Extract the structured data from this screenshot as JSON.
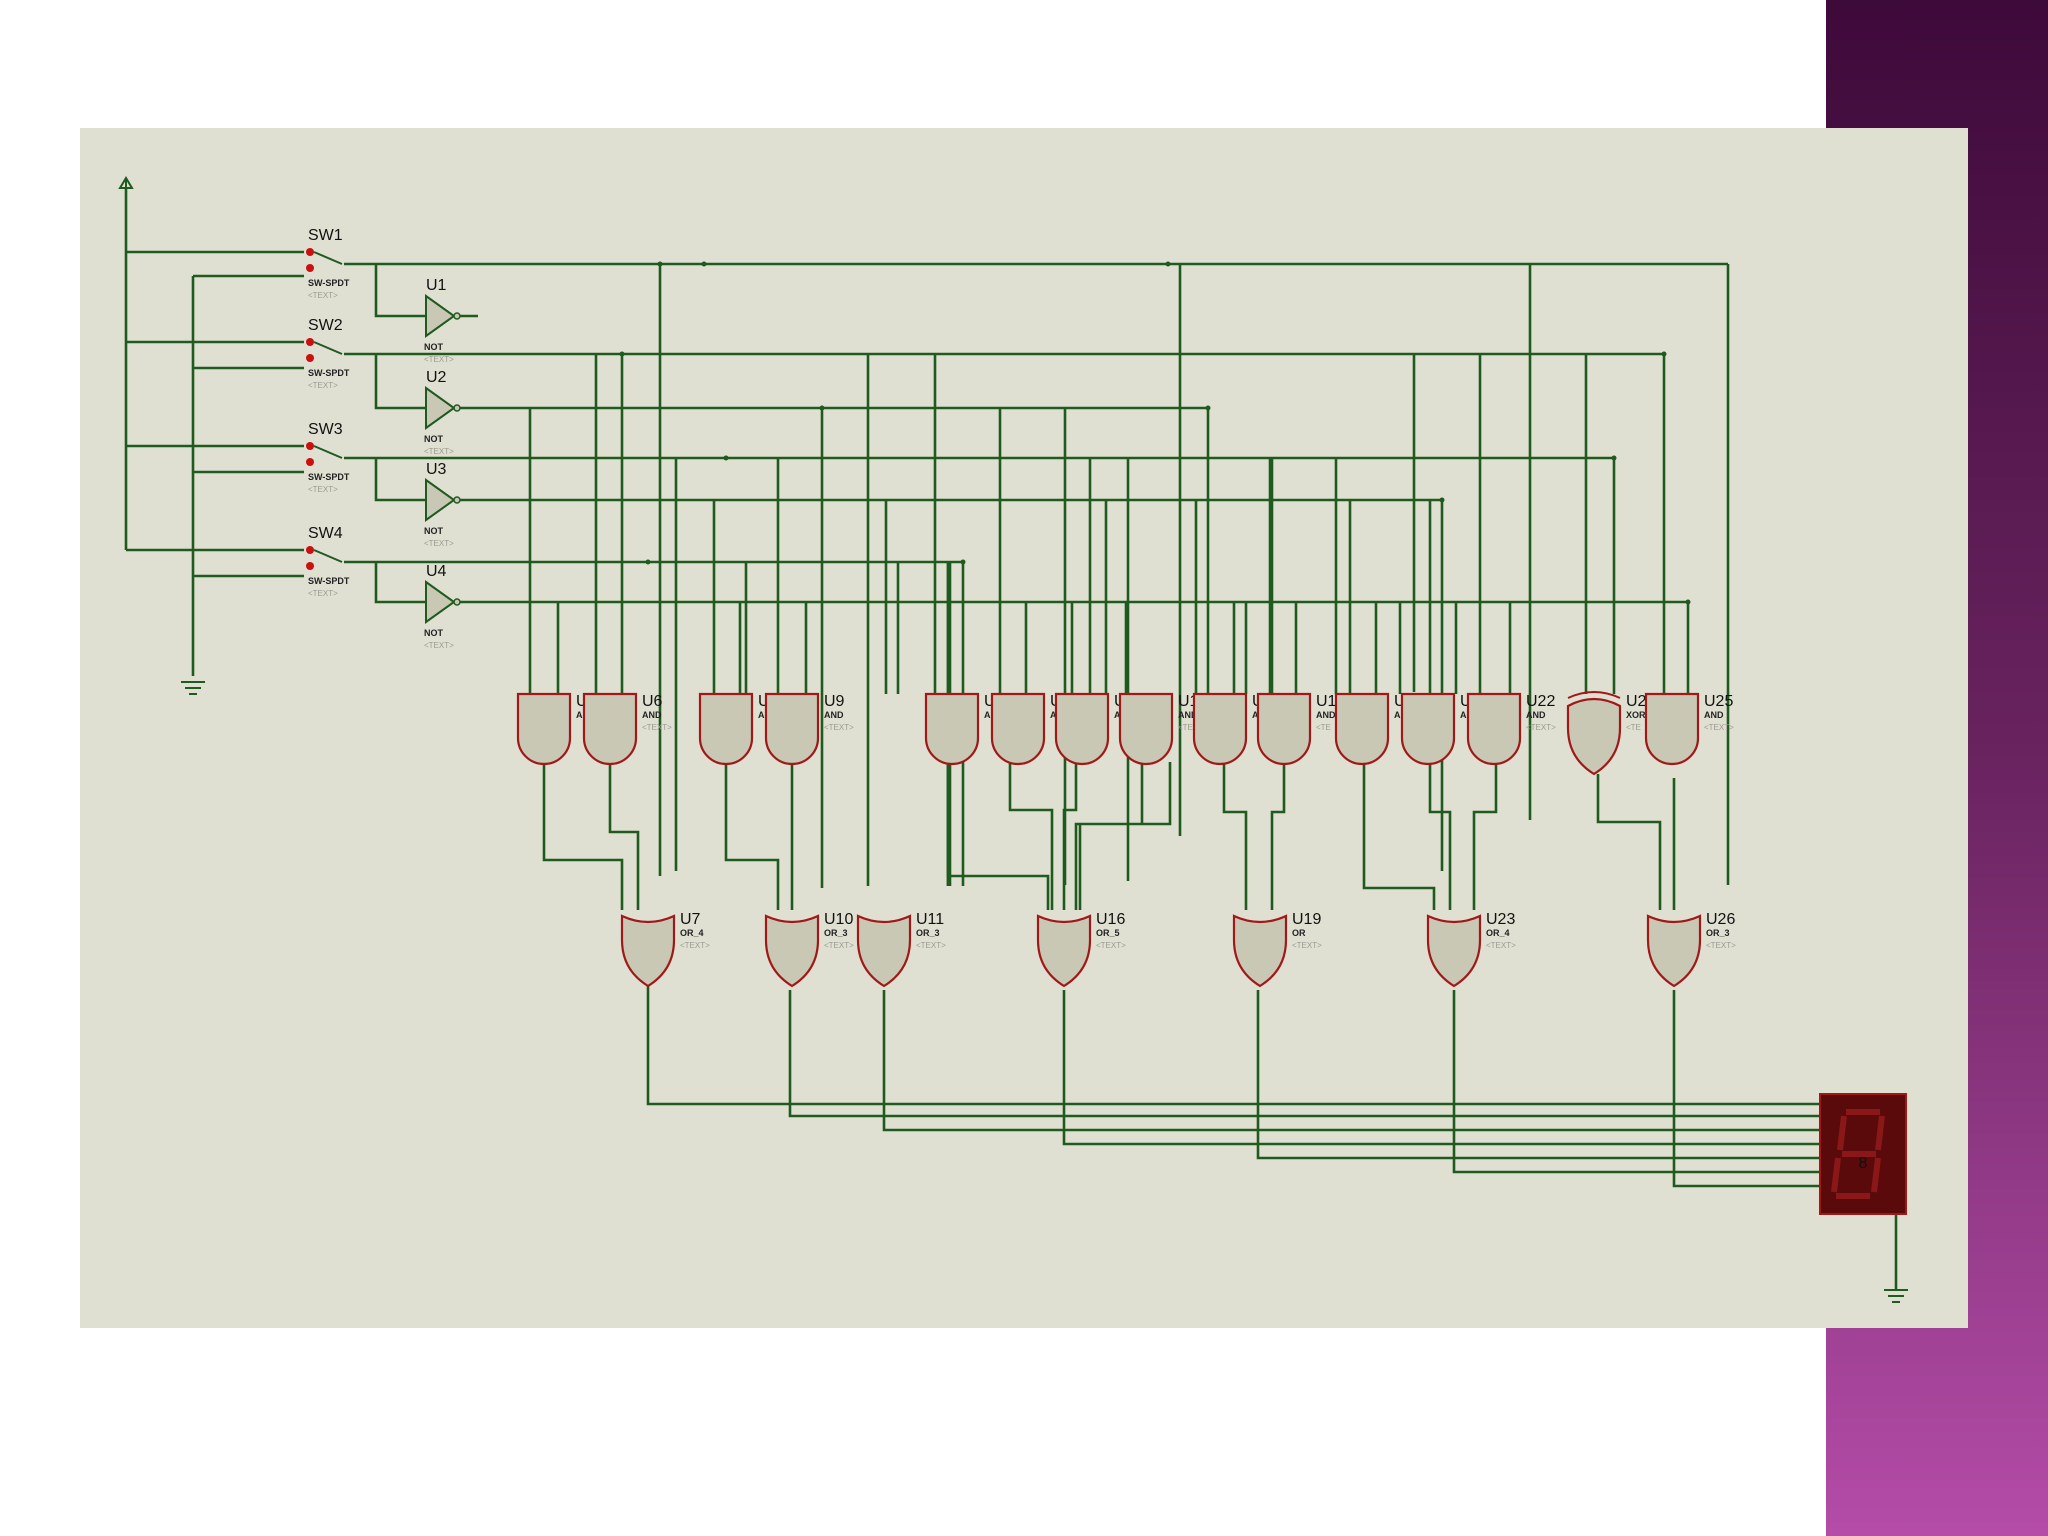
{
  "colors": {
    "canvas_bg": "#e0e0d2",
    "page_bg": "#ffffff",
    "wire": "#1f5a1f",
    "gate_fill": "#c8c8b4",
    "gate_outline": "#a01818",
    "led_body": "#5a0a0a",
    "accent_gradient": [
      "#3e0a3a",
      "#6a2460",
      "#b44ca8"
    ]
  },
  "switches": [
    {
      "ref": "SW1",
      "type": "SW-SPDT",
      "text": "<TEXT>"
    },
    {
      "ref": "SW2",
      "type": "SW-SPDT",
      "text": "<TEXT>"
    },
    {
      "ref": "SW3",
      "type": "SW-SPDT",
      "text": "<TEXT>"
    },
    {
      "ref": "SW4",
      "type": "SW-SPDT",
      "text": "<TEXT>"
    }
  ],
  "inverters": [
    {
      "ref": "U1",
      "type": "NOT",
      "text": "<TEXT>"
    },
    {
      "ref": "U2",
      "type": "NOT",
      "text": "<TEXT>"
    },
    {
      "ref": "U3",
      "type": "NOT",
      "text": "<TEXT>"
    },
    {
      "ref": "U4",
      "type": "NOT",
      "text": "<TEXT>"
    }
  ],
  "top_gates": [
    {
      "ref": "U",
      "type": "A",
      "text": ""
    },
    {
      "ref": "U6",
      "type": "AND",
      "text": "<TEXT>"
    },
    {
      "ref": "U",
      "type": "A",
      "text": ""
    },
    {
      "ref": "U9",
      "type": "AND",
      "text": "<TEXT>"
    },
    {
      "ref": "U",
      "type": "A",
      "text": ""
    },
    {
      "ref": "U",
      "type": "A",
      "text": ""
    },
    {
      "ref": "U",
      "type": "A",
      "text": ""
    },
    {
      "ref": "U1",
      "type": "AND",
      "text": "<TE"
    },
    {
      "ref": "U",
      "type": "A",
      "text": ""
    },
    {
      "ref": "U1",
      "type": "AND",
      "text": "<TE"
    },
    {
      "ref": "U",
      "type": "A",
      "text": ""
    },
    {
      "ref": "U",
      "type": "A",
      "text": ""
    },
    {
      "ref": "U22",
      "type": "AND",
      "text": "<TEXT>"
    },
    {
      "ref": "U24",
      "type": "XOR",
      "text": "<TE"
    },
    {
      "ref": "U25",
      "type": "AND",
      "text": "<TEXT>"
    }
  ],
  "bottom_gates": [
    {
      "ref": "U7",
      "type": "OR_4",
      "text": "<TEXT>"
    },
    {
      "ref": "U10",
      "type": "OR_3",
      "text": "<TEXT>"
    },
    {
      "ref": "U11",
      "type": "OR_3",
      "text": "<TEXT>"
    },
    {
      "ref": "U16",
      "type": "OR_5",
      "text": "<TEXT>"
    },
    {
      "ref": "U19",
      "type": "OR",
      "text": "<TEXT>"
    },
    {
      "ref": "U23",
      "type": "OR_4",
      "text": "<TEXT>"
    },
    {
      "ref": "U26",
      "type": "OR_3",
      "text": "<TEXT>"
    }
  ],
  "display": {
    "digit": "8",
    "kind": "seven-segment"
  }
}
